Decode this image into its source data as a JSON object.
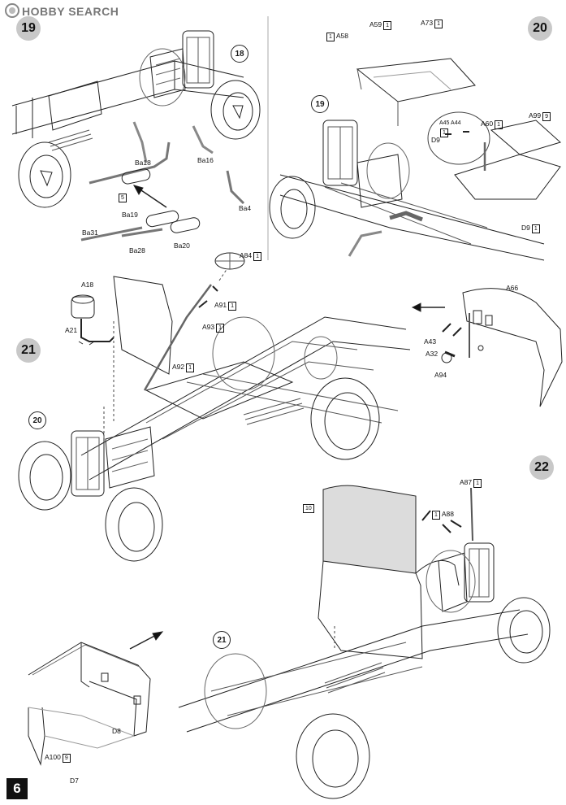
{
  "watermark": {
    "text": "HOBBY SEARCH"
  },
  "page_number": "6",
  "steps": {
    "s19": "19",
    "s20": "20",
    "s21": "21",
    "s22": "22"
  },
  "refs": {
    "r18": "18",
    "r19": "19",
    "r20": "20",
    "r21": "21"
  },
  "labels": {
    "ba18": "Ba18",
    "ba16": "Ba16",
    "ba4": "Ba4",
    "ba19": "Ba19",
    "ba31": "Ba31",
    "ba28": "Ba28",
    "ba20": "Ba20",
    "box5": "5",
    "a59": "A59",
    "a59b": "1",
    "a73": "A73",
    "a73b": "1",
    "a58b": "1",
    "a58": "A58",
    "a45": "A45",
    "a44": "A44",
    "a45b": "1",
    "d9": "D9",
    "a60": "A60",
    "a60b": "1",
    "a99": "A99",
    "a99b": "9",
    "d9b": "D9",
    "d9bb": "1",
    "a84": "A84",
    "a84b": "1",
    "a18": "A18",
    "a91": "A91",
    "a91b": "1",
    "a21": "A21",
    "a93": "A93",
    "a93b": "1",
    "a92": "A92",
    "a92b": "1",
    "a66": "A66",
    "a43": "A43",
    "a32": "A32",
    "a94": "A94",
    "a87": "A87",
    "a87b": "1",
    "box10": "10",
    "a88b": "1",
    "a88": "A88",
    "d8": "D8",
    "a100": "A100",
    "a100b": "9",
    "d7": "D7"
  }
}
